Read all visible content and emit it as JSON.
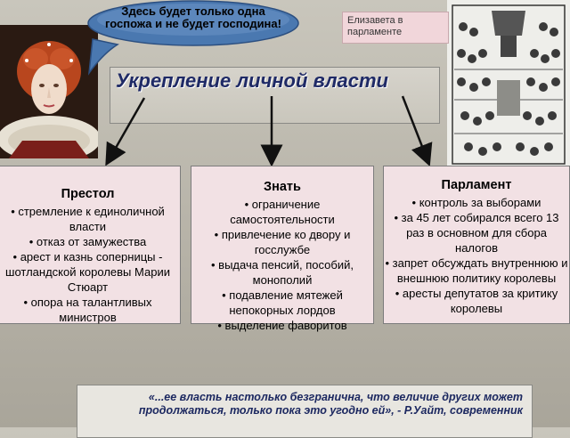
{
  "bubble": {
    "text": "Здесь будет только одна госпожа и не будет господина!"
  },
  "parliament_caption": "Елизавета в парламенте",
  "title": "Укрепление личной власти",
  "cards": [
    {
      "title": "Престол",
      "items": [
        "• стремление к единоличной власти",
        "• отказ от замужества",
        "• арест и казнь соперницы - шотландской королевы Марии Стюарт",
        "• опора на талантливых министров"
      ]
    },
    {
      "title": "Знать",
      "items": [
        "• ограничение самостоятельности",
        "• привлечение ко двору и госслужбе",
        "• выдача пенсий, пособий, монополий",
        "• подавление мятежей непокорных лордов",
        "• выделение фаворитов"
      ]
    },
    {
      "title": "Парламент",
      "items": [
        "• контроль за выборами",
        "• за 45 лет собирался всего 13 раз в основном для сбора налогов",
        "• запрет обсуждать внутреннюю и внешнюю политику королевы",
        "• аресты депутатов за критику королевы"
      ]
    }
  ],
  "quote": "«...ее власть настолько безгранична, что величие других может продолжаться, только пока это угодно ей», - Р.Уайт, современник",
  "colors": {
    "card_bg": "#f2e1e4",
    "title_color": "#1f2a66",
    "bubble_fill": "#4a78b0",
    "quote_color": "#1c2860"
  }
}
